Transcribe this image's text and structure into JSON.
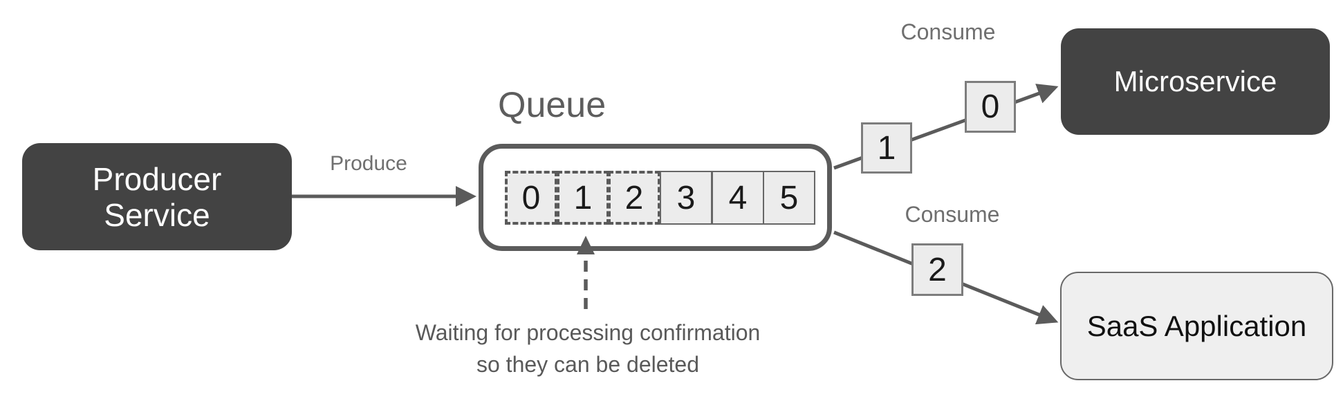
{
  "nodes": {
    "producer": {
      "line1": "Producer",
      "line2": "Service"
    },
    "queue": {
      "title": "Queue",
      "cells": [
        {
          "value": "0",
          "state": "awaiting-confirmation"
        },
        {
          "value": "1",
          "state": "awaiting-confirmation"
        },
        {
          "value": "2",
          "state": "awaiting-confirmation"
        },
        {
          "value": "3",
          "state": "queued"
        },
        {
          "value": "4",
          "state": "queued"
        },
        {
          "value": "5",
          "state": "queued"
        }
      ]
    },
    "microservice": {
      "label": "Microservice"
    },
    "saas": {
      "label": "SaaS Application"
    }
  },
  "edges": {
    "produce": {
      "label": "Produce"
    },
    "consume_top": {
      "label": "Consume",
      "target": "Microservice",
      "messages": [
        "1",
        "0"
      ]
    },
    "consume_bottom": {
      "label": "Consume",
      "target": "SaaS Application",
      "messages": [
        "2"
      ]
    }
  },
  "annotation": {
    "line1": "Waiting for processing confirmation",
    "line2": "so they can be deleted"
  },
  "colors": {
    "dark_node": "#434343",
    "light_node": "#efefef",
    "cell_fill": "#ececec",
    "stroke": "#5b5b5b",
    "label_text": "#6f6f6f"
  }
}
